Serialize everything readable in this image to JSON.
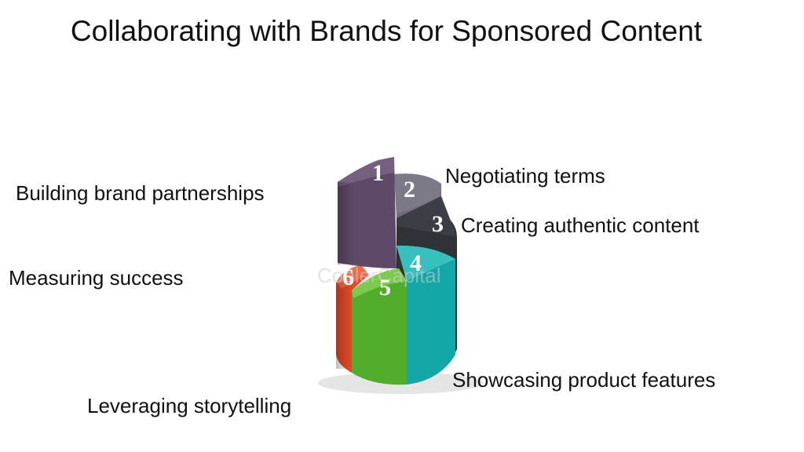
{
  "title": "Collaborating with Brands for Sponsored Content",
  "segments": [
    {
      "number": "1",
      "label": "Building brand partnerships",
      "color": "#5e4a68"
    },
    {
      "number": "2",
      "label": "Negotiating terms",
      "color": "#6f6d7a"
    },
    {
      "number": "3",
      "label": "Creating authentic content",
      "color": "#2f3338"
    },
    {
      "number": "4",
      "label": "Showcasing product features",
      "color": "#14a7a8"
    },
    {
      "number": "5",
      "label": "Leveraging storytelling",
      "color": "#52ad2c"
    },
    {
      "number": "6",
      "label": "Measuring success",
      "color": "#e2492a"
    }
  ],
  "watermark": "CoolerCapital"
}
